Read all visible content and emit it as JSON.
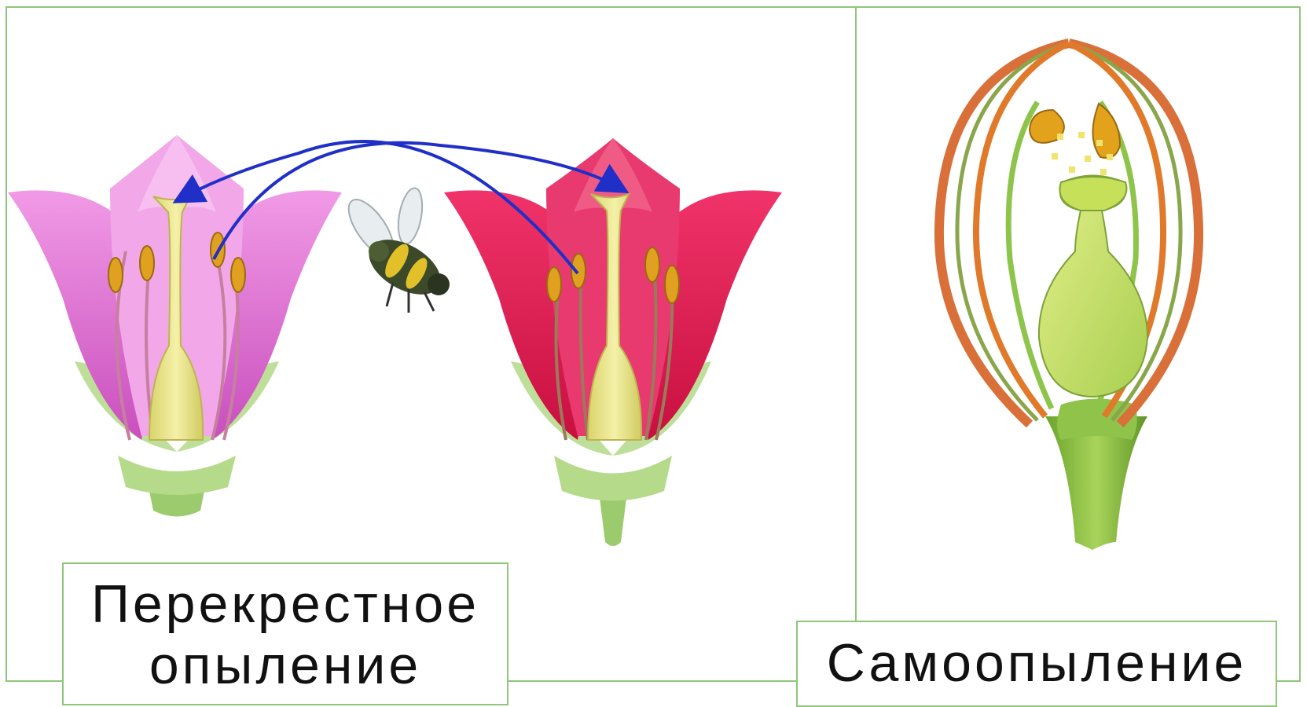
{
  "labels": {
    "cross_pollination": [
      "Перекрестное",
      "опыление"
    ],
    "self_pollination": "Самоопыление"
  },
  "panels": [
    "cross-pollination",
    "self-pollination"
  ],
  "icons": [
    "pink-flower-icon",
    "red-flower-icon",
    "bee-icon",
    "flower-cross-section-icon"
  ],
  "colors": {
    "frame": "#8fc77a",
    "arrow": "#1f2fc8",
    "pink_petal": "#e87ad6",
    "red_petal": "#e8235a",
    "pistil": "#e9e48a",
    "anther": "#e0a020",
    "sepal": "#a8d080",
    "stem": "#7cb23a",
    "bract_orange": "#e07a2a"
  }
}
